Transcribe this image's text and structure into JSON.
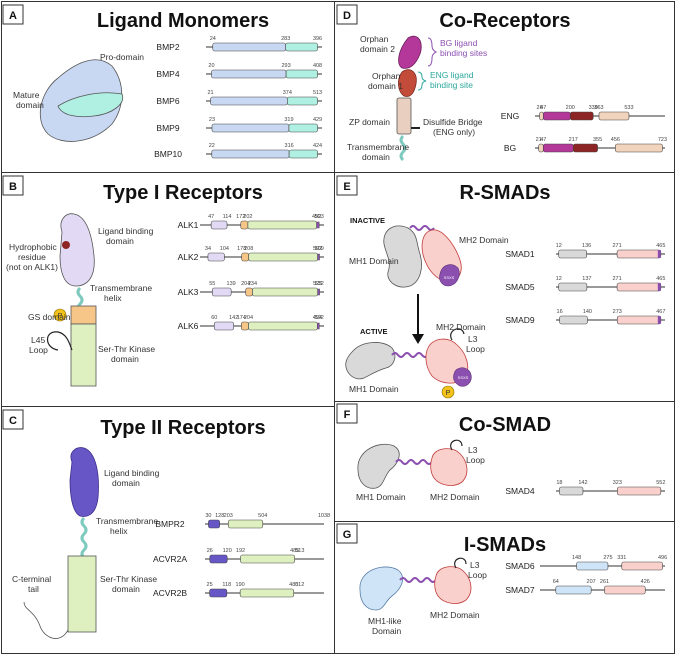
{
  "colors": {
    "blue_light": "#c8d7f2",
    "teal": "#aff0e2",
    "peach": "#f1d4bb",
    "lavender": "#e2daf5",
    "orange": "#f6c588",
    "green": "#dff0c0",
    "magenta": "#b3389a",
    "darkred": "#8e2525",
    "grey": "#d9d9d9",
    "pink": "#f9d0cc",
    "purple": "#8b4fb0",
    "helix": "#7ecabe",
    "indigo": "#6656c6",
    "sky": "#cfe4f7"
  },
  "panels": {
    "A": {
      "letter": "A",
      "title": "Ligand Monomers",
      "labels": {
        "pro": "Pro-domain",
        "mature_l1": "Mature",
        "mature_l2": "domain"
      },
      "rows": [
        {
          "name": "BMP2",
          "nums": [
            "24",
            "283",
            "396"
          ]
        },
        {
          "name": "BMP4",
          "nums": [
            "20",
            "293",
            "408"
          ]
        },
        {
          "name": "BMP6",
          "nums": [
            "21",
            "374",
            "513"
          ]
        },
        {
          "name": "BMP9",
          "nums": [
            "23",
            "319",
            "429"
          ]
        },
        {
          "name": "BMP10",
          "nums": [
            "22",
            "316",
            "424"
          ]
        }
      ]
    },
    "B": {
      "letter": "B",
      "title": "Type I Receptors",
      "labels": {
        "lbd_l1": "Ligand binding",
        "lbd_l2": "domain",
        "hyd_l1": "Hydrophobic",
        "hyd_l2": "residue",
        "hyd_l3": "(not on ALK1)",
        "tm_l1": "Transmembrane",
        "tm_l2": "helix",
        "gs": "GS domain",
        "l45_l1": "L45",
        "l45_l2": "Loop",
        "kin_l1": "Ser-Thr Kinase",
        "kin_l2": "domain",
        "p": "P"
      },
      "rows": [
        {
          "name": "ALK1",
          "nums": [
            "47",
            "114",
            "172",
            "202",
            "492",
            "503"
          ]
        },
        {
          "name": "ALK2",
          "nums": [
            "34",
            "104",
            "178",
            "208",
            "502",
            "509"
          ]
        },
        {
          "name": "ALK3",
          "nums": [
            "55",
            "139",
            "204",
            "234",
            "525",
            "532"
          ]
        },
        {
          "name": "ALK6",
          "nums": [
            "60",
            "142",
            "174",
            "204",
            "494",
            "502"
          ]
        }
      ]
    },
    "C": {
      "letter": "C",
      "title": "Type II Receptors",
      "labels": {
        "lbd_l1": "Ligand binding",
        "lbd_l2": "domain",
        "tm_l1": "Transmembrane",
        "tm_l2": "helix",
        "kin_l1": "Ser-Thr Kinase",
        "kin_l2": "domain",
        "ct_l1": "C-terminal",
        "ct_l2": "tail"
      },
      "rows": [
        {
          "name": "BMPR2",
          "nums": [
            "30",
            "128",
            "203",
            "504",
            "1038"
          ]
        },
        {
          "name": "ACVR2A",
          "nums": [
            "26",
            "120",
            "192",
            "485",
            "513"
          ]
        },
        {
          "name": "ACVR2B",
          "nums": [
            "25",
            "118",
            "190",
            "480",
            "512"
          ]
        }
      ]
    },
    "D": {
      "letter": "D",
      "title": "Co-Receptors",
      "labels": {
        "orph2_l1": "Orphan",
        "orph2_l2": "domain 2",
        "orph1_l1": "Orphan",
        "orph1_l2": "domain 1",
        "bg_l1": "BG ligand",
        "bg_l2": "binding sites",
        "eng_l1": "ENG ligand",
        "eng_l2": "binding site",
        "zp": "ZP domain",
        "dis_l1": "Disulfide Bridge",
        "dis_l2": "(ENG only)",
        "tm_l1": "Transmembrane",
        "tm_l2": "domain"
      },
      "rows": [
        {
          "name": "ENG",
          "nums": [
            "26",
            "47",
            "200",
            "330",
            "363",
            "533"
          ]
        },
        {
          "name": "BG",
          "nums": [
            "21",
            "47",
            "217",
            "355",
            "456",
            "723"
          ]
        }
      ]
    },
    "E": {
      "letter": "E",
      "title": "R-SMADs",
      "labels": {
        "inactive": "INACTIVE",
        "active": "ACTIVE",
        "mh1": "MH1 Domain",
        "mh2": "MH2 Domain",
        "mh1b": "MH1 Domain",
        "mh2b": "MH2 Domain",
        "l3_l1": "L3",
        "l3_l2": "Loop",
        "ssxs": "SSXS",
        "ssxs2": "SSXS",
        "p": "P"
      },
      "rows": [
        {
          "name": "SMAD1",
          "nums": [
            "12",
            "136",
            "271",
            "465"
          ]
        },
        {
          "name": "SMAD5",
          "nums": [
            "12",
            "137",
            "271",
            "465"
          ]
        },
        {
          "name": "SMAD9",
          "nums": [
            "16",
            "140",
            "273",
            "467"
          ]
        }
      ]
    },
    "F": {
      "letter": "F",
      "title": "Co-SMAD",
      "labels": {
        "mh1": "MH1 Domain",
        "mh2": "MH2 Domain",
        "l3_l1": "L3",
        "l3_l2": "Loop"
      },
      "rows": [
        {
          "name": "SMAD4",
          "nums": [
            "18",
            "142",
            "323",
            "552"
          ]
        }
      ]
    },
    "G": {
      "letter": "G",
      "title": "I-SMADs",
      "labels": {
        "mh1_l1": "MH1-like",
        "mh1_l2": "Domain",
        "mh2": "MH2 Domain",
        "l3_l1": "L3",
        "l3_l2": "Loop"
      },
      "rows": [
        {
          "name": "SMAD6",
          "nums": [
            "148",
            "275",
            "331",
            "496"
          ]
        },
        {
          "name": "SMAD7",
          "nums": [
            "64",
            "207",
            "261",
            "426"
          ]
        }
      ]
    }
  }
}
